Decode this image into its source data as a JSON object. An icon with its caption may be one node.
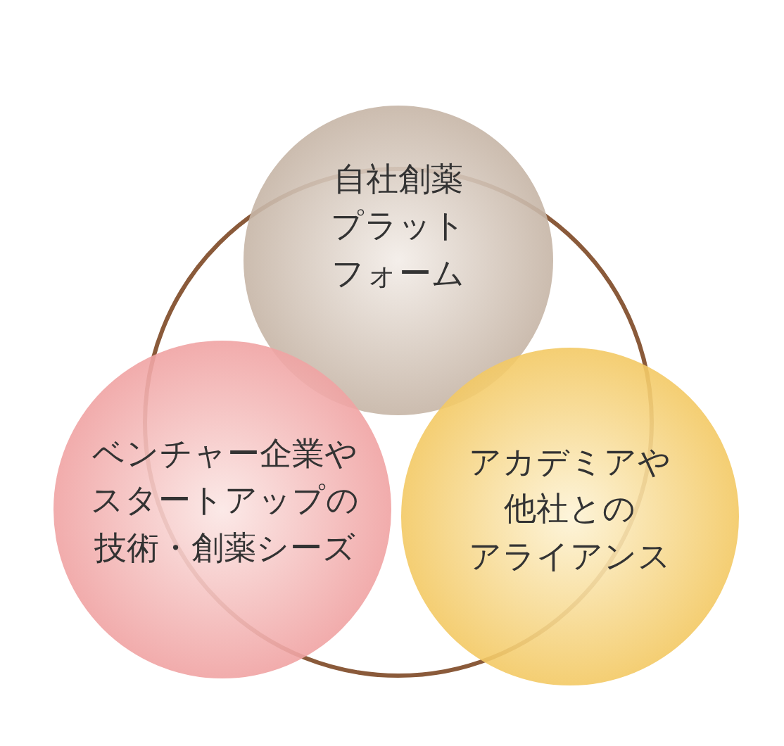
{
  "diagram": {
    "nodes": [
      {
        "text": [
          "自社創薬プラットフォーム"
        ]
      },
      {
        "text": [
          "ベンチャー企業やスタートアップの技術・創薬シーズ"
        ]
      },
      {
        "text": [
          "アカデミアや他社とのアライアンス"
        ]
      }
    ]
  }
}
